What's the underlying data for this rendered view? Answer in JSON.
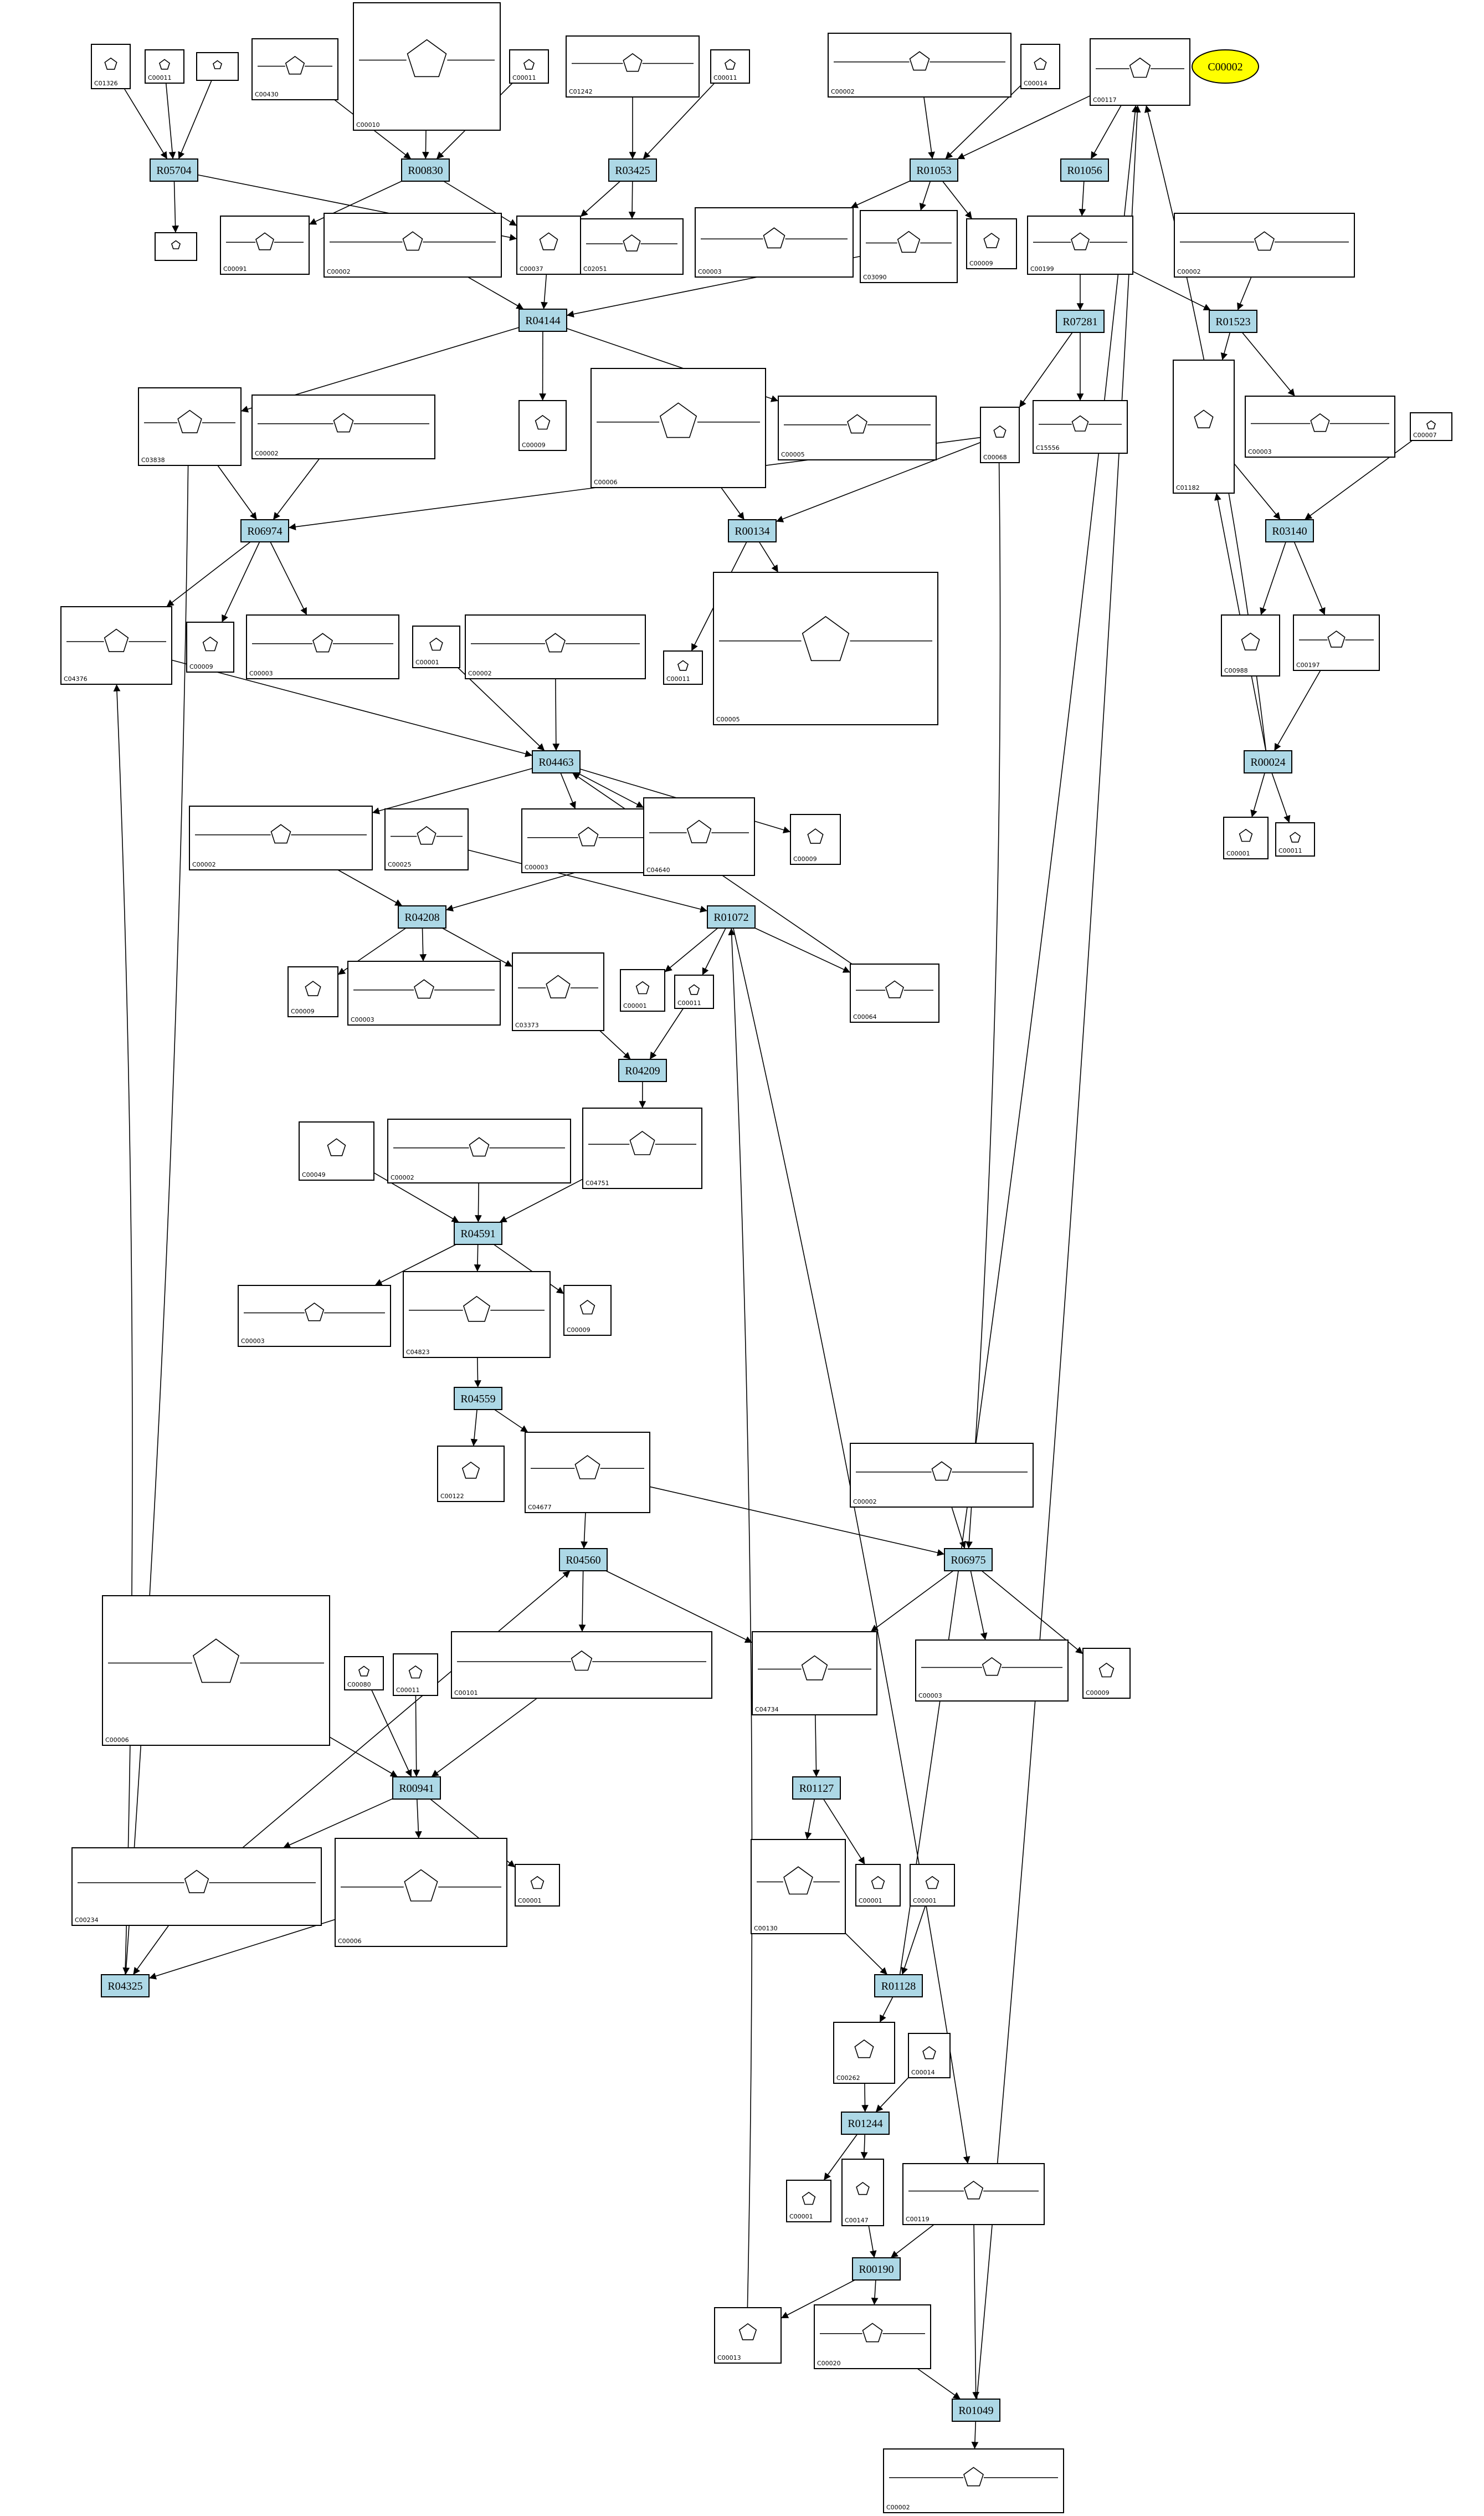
{
  "reactions": [
    {
      "id": "r1",
      "label": "R05704"
    },
    {
      "id": "r2",
      "label": "R00830"
    },
    {
      "id": "r3",
      "label": "R03425"
    },
    {
      "id": "r4",
      "label": "R01053"
    },
    {
      "id": "r5",
      "label": "R01056"
    },
    {
      "id": "r6",
      "label": "R04144"
    },
    {
      "id": "r7",
      "label": "R07281"
    },
    {
      "id": "r8",
      "label": "R01523"
    },
    {
      "id": "r9",
      "label": "R06974"
    },
    {
      "id": "r10",
      "label": "R00134"
    },
    {
      "id": "r11",
      "label": "R03140"
    },
    {
      "id": "r12",
      "label": "R04463"
    },
    {
      "id": "r13",
      "label": "R00024"
    },
    {
      "id": "r14",
      "label": "R04208"
    },
    {
      "id": "r15",
      "label": "R01072"
    },
    {
      "id": "r16",
      "label": "R04209"
    },
    {
      "id": "r17",
      "label": "R04591"
    },
    {
      "id": "r18",
      "label": "R04559"
    },
    {
      "id": "r19",
      "label": "R04560"
    },
    {
      "id": "r20",
      "label": "R06975"
    },
    {
      "id": "r21",
      "label": "R00941"
    },
    {
      "id": "r22",
      "label": "R01127"
    },
    {
      "id": "r23",
      "label": "R04325"
    },
    {
      "id": "r24",
      "label": "R01128"
    },
    {
      "id": "r25",
      "label": "R01244"
    },
    {
      "id": "r26",
      "label": "R00190"
    },
    {
      "id": "r27",
      "label": "R01049"
    }
  ],
  "compounds": [
    {
      "id": "c1",
      "label": "C01326"
    },
    {
      "id": "c2",
      "label": "C00011"
    },
    {
      "id": "c3",
      "label": ""
    },
    {
      "id": "c4",
      "label": "C00430"
    },
    {
      "id": "c5",
      "label": "C00010"
    },
    {
      "id": "c6",
      "label": "C00011"
    },
    {
      "id": "c7",
      "label": "C01242"
    },
    {
      "id": "c8",
      "label": "C00011"
    },
    {
      "id": "c9",
      "label": "C00002"
    },
    {
      "id": "c10",
      "label": "C00014"
    },
    {
      "id": "c11",
      "label": "C00117"
    },
    {
      "id": "c12",
      "label": ""
    },
    {
      "id": "c13",
      "label": "C00091"
    },
    {
      "id": "c14",
      "label": "C00002"
    },
    {
      "id": "c15",
      "label": "C00037"
    },
    {
      "id": "c16",
      "label": "C02051"
    },
    {
      "id": "c17",
      "label": "C00003"
    },
    {
      "id": "c18",
      "label": "C03090"
    },
    {
      "id": "c19",
      "label": "C00009"
    },
    {
      "id": "c20",
      "label": "C00199"
    },
    {
      "id": "c21",
      "label": "C00002"
    },
    {
      "id": "c22",
      "label": "C03838"
    },
    {
      "id": "c23",
      "label": "C00002"
    },
    {
      "id": "c24",
      "label": "C00009"
    },
    {
      "id": "c25",
      "label": "C00006"
    },
    {
      "id": "c26",
      "label": "C00005"
    },
    {
      "id": "c27",
      "label": "C00068"
    },
    {
      "id": "c28",
      "label": "C15556"
    },
    {
      "id": "c29",
      "label": "C01182"
    },
    {
      "id": "c30",
      "label": "C00003"
    },
    {
      "id": "c31",
      "label": "C00007"
    },
    {
      "id": "c32",
      "label": "C04376"
    },
    {
      "id": "c33",
      "label": "C00009"
    },
    {
      "id": "c34",
      "label": "C00003"
    },
    {
      "id": "c35",
      "label": "C00001"
    },
    {
      "id": "c36",
      "label": "C00002"
    },
    {
      "id": "c37",
      "label": "C00011"
    },
    {
      "id": "c38",
      "label": "C00005"
    },
    {
      "id": "c39",
      "label": "C00988"
    },
    {
      "id": "c40",
      "label": "C00197"
    },
    {
      "id": "c41",
      "label": "C00002"
    },
    {
      "id": "c42",
      "label": "C00025"
    },
    {
      "id": "c43",
      "label": "C00003"
    },
    {
      "id": "c44",
      "label": "C04640"
    },
    {
      "id": "c45",
      "label": "C00009"
    },
    {
      "id": "c46",
      "label": "C00001"
    },
    {
      "id": "c47",
      "label": "C00011"
    },
    {
      "id": "c48",
      "label": "C00009"
    },
    {
      "id": "c49",
      "label": "C00003"
    },
    {
      "id": "c50",
      "label": "C03373"
    },
    {
      "id": "c51",
      "label": "C00001"
    },
    {
      "id": "c52",
      "label": "C00011"
    },
    {
      "id": "c53",
      "label": "C00064"
    },
    {
      "id": "c54",
      "label": "C00049"
    },
    {
      "id": "c55",
      "label": "C00002"
    },
    {
      "id": "c56",
      "label": "C04751"
    },
    {
      "id": "c57",
      "label": "C00003"
    },
    {
      "id": "c58",
      "label": "C04823"
    },
    {
      "id": "c59",
      "label": "C00009"
    },
    {
      "id": "c60",
      "label": "C00122"
    },
    {
      "id": "c61",
      "label": "C04677"
    },
    {
      "id": "c62",
      "label": "C00002"
    },
    {
      "id": "c63",
      "label": "C00006"
    },
    {
      "id": "c64",
      "label": "C00080"
    },
    {
      "id": "c65",
      "label": "C00011"
    },
    {
      "id": "c66",
      "label": "C00101"
    },
    {
      "id": "c67",
      "label": "C04734"
    },
    {
      "id": "c68",
      "label": "C00003"
    },
    {
      "id": "c69",
      "label": "C00009"
    },
    {
      "id": "c70",
      "label": "C00234"
    },
    {
      "id": "c71",
      "label": "C00006"
    },
    {
      "id": "c72",
      "label": "C00001"
    },
    {
      "id": "c73",
      "label": "C00130"
    },
    {
      "id": "c74",
      "label": "C00001"
    },
    {
      "id": "c75",
      "label": "C00001"
    },
    {
      "id": "c76",
      "label": "C00262"
    },
    {
      "id": "c77",
      "label": "C00014"
    },
    {
      "id": "c78",
      "label": "C00001"
    },
    {
      "id": "c79",
      "label": "C00147"
    },
    {
      "id": "c80",
      "label": "C00119"
    },
    {
      "id": "c81",
      "label": "C00013"
    },
    {
      "id": "c82",
      "label": "C00020"
    },
    {
      "id": "c83",
      "label": "C00002"
    }
  ],
  "highlight": {
    "label": "C00002"
  }
}
